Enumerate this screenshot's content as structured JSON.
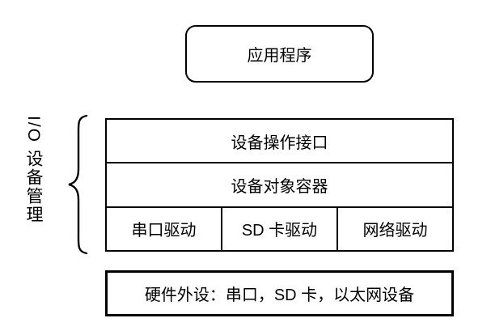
{
  "app_box": {
    "label": "应用程序"
  },
  "io_group": {
    "side_label": "I/O 设备管理",
    "layers": [
      {
        "label": "设备操作接口"
      },
      {
        "label": "设备对象容器"
      }
    ],
    "drivers": [
      {
        "label": "串口驱动"
      },
      {
        "label": "SD 卡驱动"
      },
      {
        "label": "网络驱动"
      }
    ]
  },
  "hardware_box": {
    "label": "硬件外设：串口，SD 卡，以太网设备"
  },
  "colors": {
    "border": "#000000",
    "text": "#000000",
    "background": "#ffffff"
  }
}
